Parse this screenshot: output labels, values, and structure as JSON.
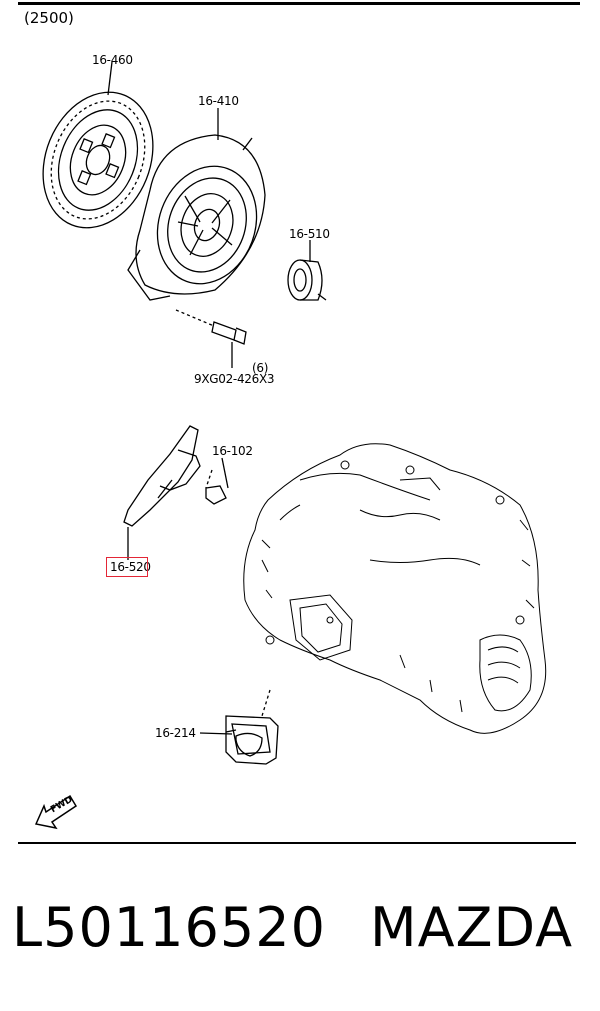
{
  "diagram": {
    "group_code": "(2500)",
    "labels": {
      "clutch_disc": "16-460",
      "clutch_cover": "16-410",
      "release_bearing": "16-510",
      "bolt_qty": "(6)",
      "bolt_code": "9XG02-426X3",
      "pivot_pin": "16-102",
      "release_fork": "16-520",
      "dust_boot": "16-214"
    },
    "highlighted_part": "16-520",
    "highlight_color": "#e32636",
    "fwd_arrow_text": "FWD",
    "fwd_icon": "forward-arrow-icon"
  },
  "footer": {
    "part_number": "L50116520",
    "brand": "MAZDA"
  }
}
